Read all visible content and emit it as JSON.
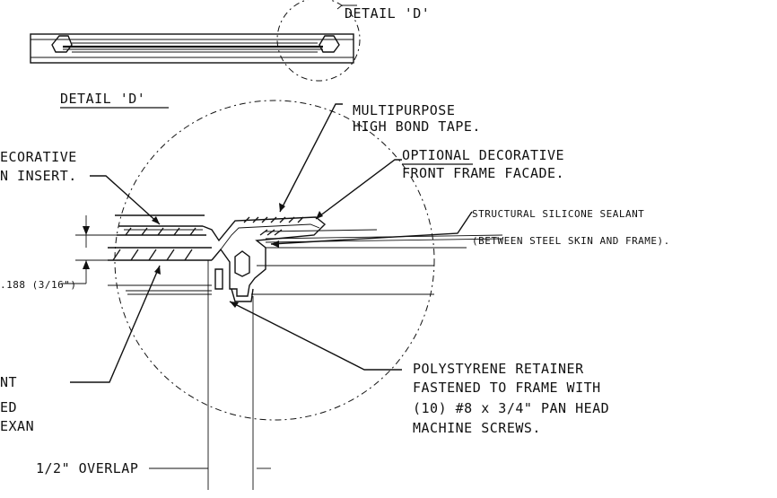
{
  "diagram": {
    "detail_callout": "DETAIL 'D'",
    "detail_title": "DETAIL 'D'",
    "labels": {
      "tape_line1": "MULTIPURPOSE",
      "tape_line2": "HIGH BOND TAPE.",
      "facade_optional": "OPTIONAL",
      "facade_line1_rest": " DECORATIVE",
      "facade_line2": "FRONT FRAME FACADE.",
      "insert_line1": "ECORATIVE",
      "insert_line2": "N INSERT.",
      "sealant_line1": "STRUCTURAL SILICONE SEALANT",
      "sealant_line2": "(BETWEEN STEEL SKIN AND FRAME).",
      "dimension": ".188 (3/16\")",
      "retainer_line1": "POLYSTYRENE RETAINER",
      "retainer_line2": "FASTENED TO FRAME WITH",
      "retainer_line3": "(10) #8 x 3/4\" PAN HEAD",
      "retainer_line4": "MACHINE SCREWS.",
      "left_line1": "NT",
      "left_line2": "ED",
      "left_line3": "EXAN",
      "overlap": "1/2\" OVERLAP"
    }
  }
}
